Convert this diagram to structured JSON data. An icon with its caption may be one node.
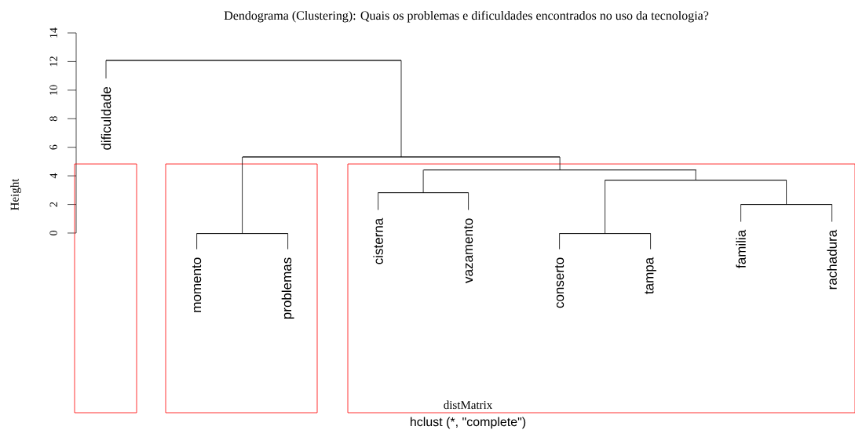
{
  "diagram": {
    "title": "Dendograma (Clustering):  Quais os problemas e dificuldades  encontrados no uso da tecnologia?",
    "nodes": [
      {
        "text": [],
        "shape": "bar"
      },
      {
        "text": [
          "dificuldade"
        ]
      },
      {
        "text": [],
        "shape": "box"
      },
      {
        "text": [],
        "shape": "bar"
      },
      {
        "text": [],
        "shape": "box"
      },
      {
        "text": [],
        "shape": "bar",
        "in": 4
      },
      {
        "text": [
          "momento"
        ],
        "in": 4
      },
      {
        "text": [
          "problemas"
        ],
        "in": 4
      },
      {
        "text": [],
        "shape": "box"
      },
      {
        "text": [],
        "shape": "bar",
        "in": 8
      },
      {
        "text": [],
        "shape": "bar",
        "in": 8
      },
      {
        "text": [
          "cisterna"
        ],
        "in": 8
      },
      {
        "text": [
          "vazamento"
        ],
        "in": 8
      },
      {
        "text": [],
        "shape": "bar",
        "in": 8
      },
      {
        "text": [],
        "shape": "bar",
        "in": 8
      },
      {
        "text": [
          "conserto"
        ],
        "in": 8
      },
      {
        "text": [
          "tampa"
        ],
        "in": 8
      },
      {
        "text": [],
        "shape": "bar",
        "in": 8
      },
      {
        "text": [
          "familia"
        ],
        "in": 8
      },
      {
        "text": [
          "rachadura"
        ],
        "in": 8
      }
    ],
    "edges": [
      {
        "from": 0,
        "to": 1,
        "arrow": "none"
      },
      {
        "from": 0,
        "to": 3,
        "arrow": "none"
      },
      {
        "from": 3,
        "to": 5,
        "arrow": "none"
      },
      {
        "from": 3,
        "to": 9,
        "arrow": "none"
      },
      {
        "from": 5,
        "to": 6,
        "arrow": "none"
      },
      {
        "from": 5,
        "to": 7,
        "arrow": "none"
      },
      {
        "from": 9,
        "to": 10,
        "arrow": "none"
      },
      {
        "from": 9,
        "to": 13,
        "arrow": "none"
      },
      {
        "from": 10,
        "to": 11,
        "arrow": "none"
      },
      {
        "from": 10,
        "to": 12,
        "arrow": "none"
      },
      {
        "from": 13,
        "to": 14,
        "arrow": "none"
      },
      {
        "from": 13,
        "to": 17,
        "arrow": "none"
      },
      {
        "from": 14,
        "to": 15,
        "arrow": "none"
      },
      {
        "from": 14,
        "to": 16,
        "arrow": "none"
      },
      {
        "from": 17,
        "to": 18,
        "arrow": "none"
      },
      {
        "from": 17,
        "to": 19,
        "arrow": "none"
      }
    ],
    "labels": [
      "14",
      "12",
      "10",
      "8",
      "6",
      "4",
      "2",
      "0",
      "Height",
      "distMatrix",
      "hclust (*, \"complete\")"
    ]
  }
}
